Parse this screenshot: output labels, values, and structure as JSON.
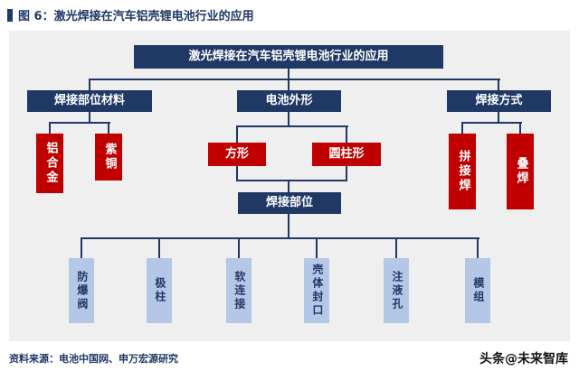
{
  "title": "图 6：激光焊接在汽车铝壳锂电池行业的应用",
  "root": "激光焊接在汽车铝壳锂电池行业的应用",
  "branches": {
    "left": {
      "label": "焊接部位材料",
      "children": [
        "铝合金",
        "紫铜"
      ]
    },
    "middle": {
      "label": "电池外形",
      "children": [
        "方形",
        "圆柱形"
      ]
    },
    "right": {
      "label": "焊接方式",
      "children": [
        "拼接焊",
        "叠焊"
      ]
    }
  },
  "weld_parts": {
    "label": "焊接部位",
    "children": [
      "防爆阀",
      "极柱",
      "软连接",
      "壳体封口",
      "注液孔",
      "模组"
    ]
  },
  "footer": {
    "source": "资料来源：电池中国网、申万宏源研究",
    "watermark": "头条@未来智库"
  },
  "colors": {
    "navy": "#1F3864",
    "red": "#C00000",
    "light_blue": "#B4C7E7",
    "panel_bg": "#EFEFEF",
    "background": "#FFFFFF"
  }
}
